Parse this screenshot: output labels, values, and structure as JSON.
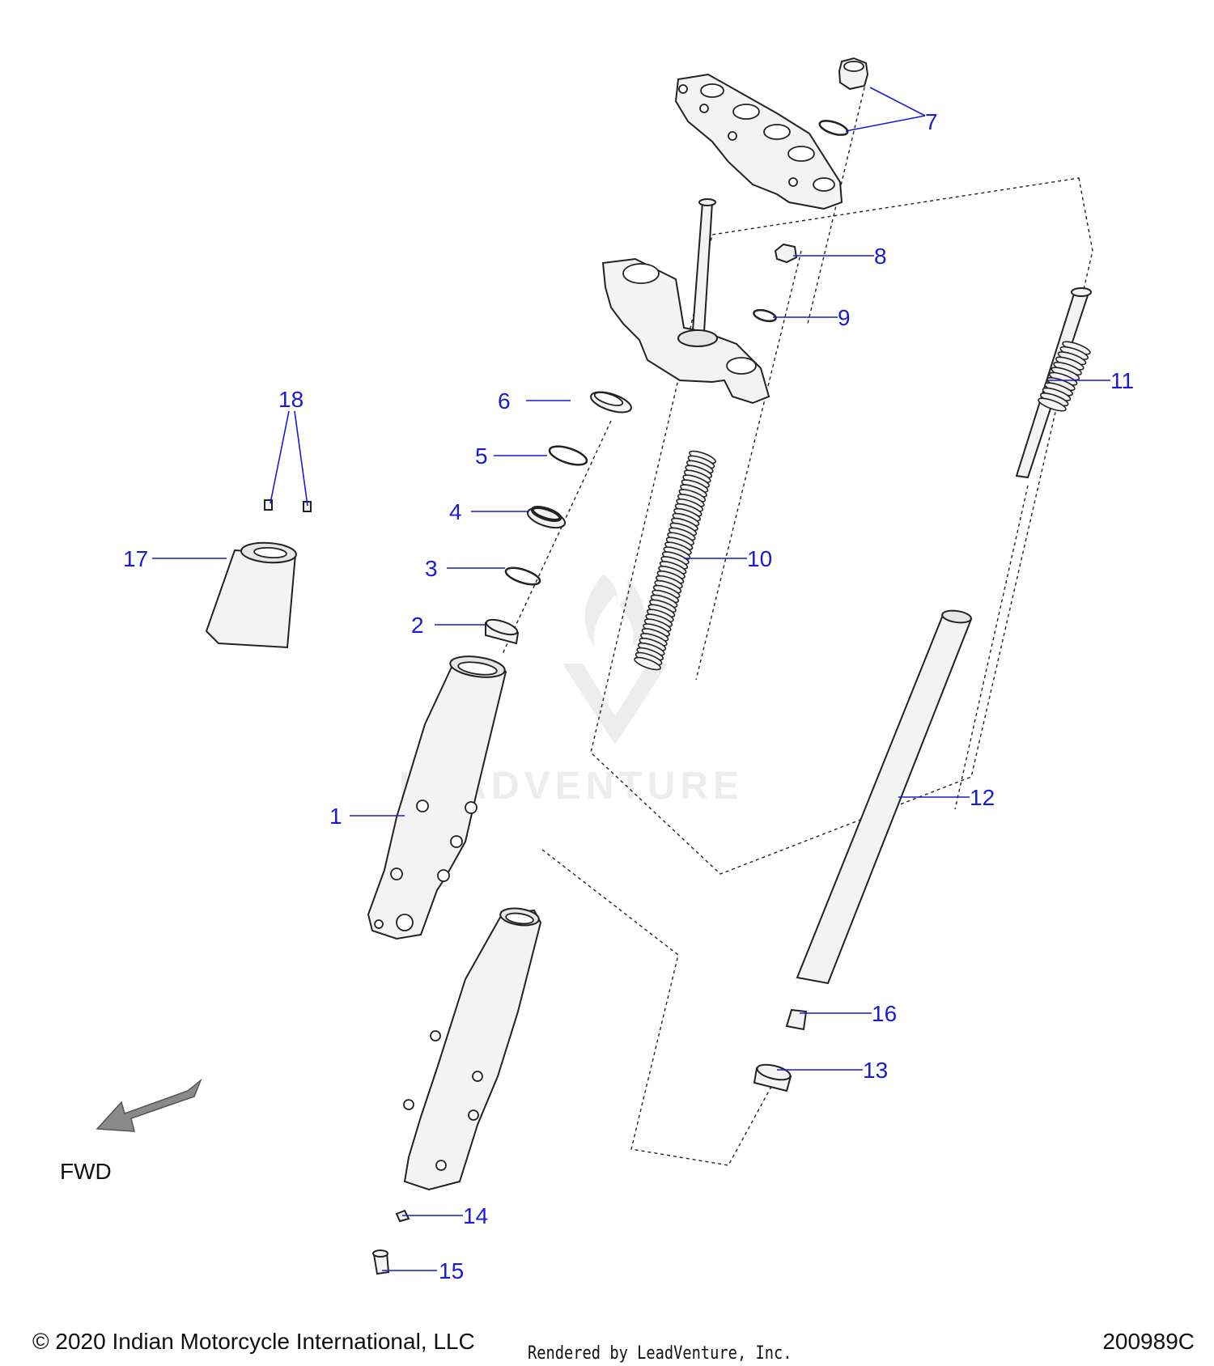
{
  "diagram": {
    "callouts": [
      {
        "id": "1",
        "label": "1"
      },
      {
        "id": "2",
        "label": "2"
      },
      {
        "id": "3",
        "label": "3"
      },
      {
        "id": "4",
        "label": "4"
      },
      {
        "id": "5",
        "label": "5"
      },
      {
        "id": "6",
        "label": "6"
      },
      {
        "id": "7",
        "label": "7"
      },
      {
        "id": "8",
        "label": "8"
      },
      {
        "id": "9",
        "label": "9"
      },
      {
        "id": "10",
        "label": "10"
      },
      {
        "id": "11",
        "label": "11"
      },
      {
        "id": "12",
        "label": "12"
      },
      {
        "id": "13",
        "label": "13"
      },
      {
        "id": "14",
        "label": "14"
      },
      {
        "id": "15",
        "label": "15"
      },
      {
        "id": "16",
        "label": "16"
      },
      {
        "id": "17",
        "label": "17"
      },
      {
        "id": "18",
        "label": "18"
      }
    ],
    "direction_label": "FWD",
    "watermark": "LEADVENTURE",
    "accent_color": "#1a1ad8"
  },
  "footer": {
    "copyright": "© 2020 Indian Motorcycle International, LLC",
    "rendered_by": "Rendered by LeadVenture, Inc.",
    "drawing_code": "200989C"
  }
}
